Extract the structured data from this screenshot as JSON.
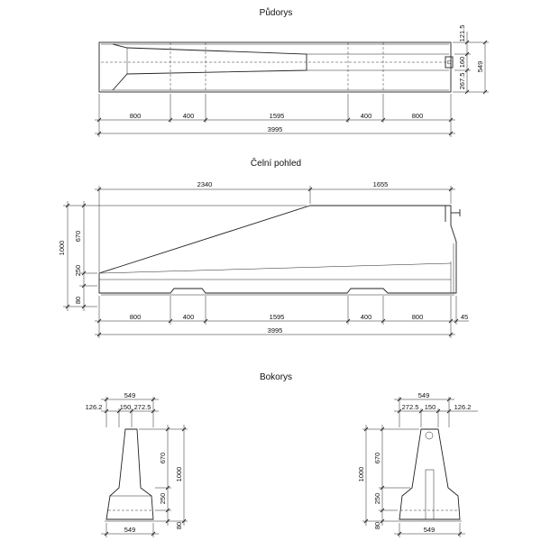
{
  "titles": {
    "plan": "Půdorys",
    "front": "Čelní pohled",
    "side": "Bokorys"
  },
  "plan": {
    "segments": [
      "800",
      "400",
      "1595",
      "400",
      "800"
    ],
    "total": "3995",
    "right_dims": [
      "121.5",
      "160",
      "267.5"
    ],
    "width": "549"
  },
  "front": {
    "top_dims": [
      "2340",
      "1655"
    ],
    "segments": [
      "800",
      "400",
      "1595",
      "400",
      "800"
    ],
    "end_dim": "45",
    "total": "3995",
    "heights": [
      "1000",
      "670",
      "250",
      "80"
    ]
  },
  "side_left": {
    "top_total": "549",
    "top_parts": [
      "126.2",
      "150",
      "272.5"
    ],
    "heights": [
      "670",
      "1000",
      "250",
      "80"
    ],
    "bottom": "549"
  },
  "side_right": {
    "top_total": "549",
    "top_parts": [
      "272.5",
      "150",
      "126.2"
    ],
    "heights": [
      "1000",
      "670",
      "250",
      "80"
    ],
    "bottom": "549"
  }
}
